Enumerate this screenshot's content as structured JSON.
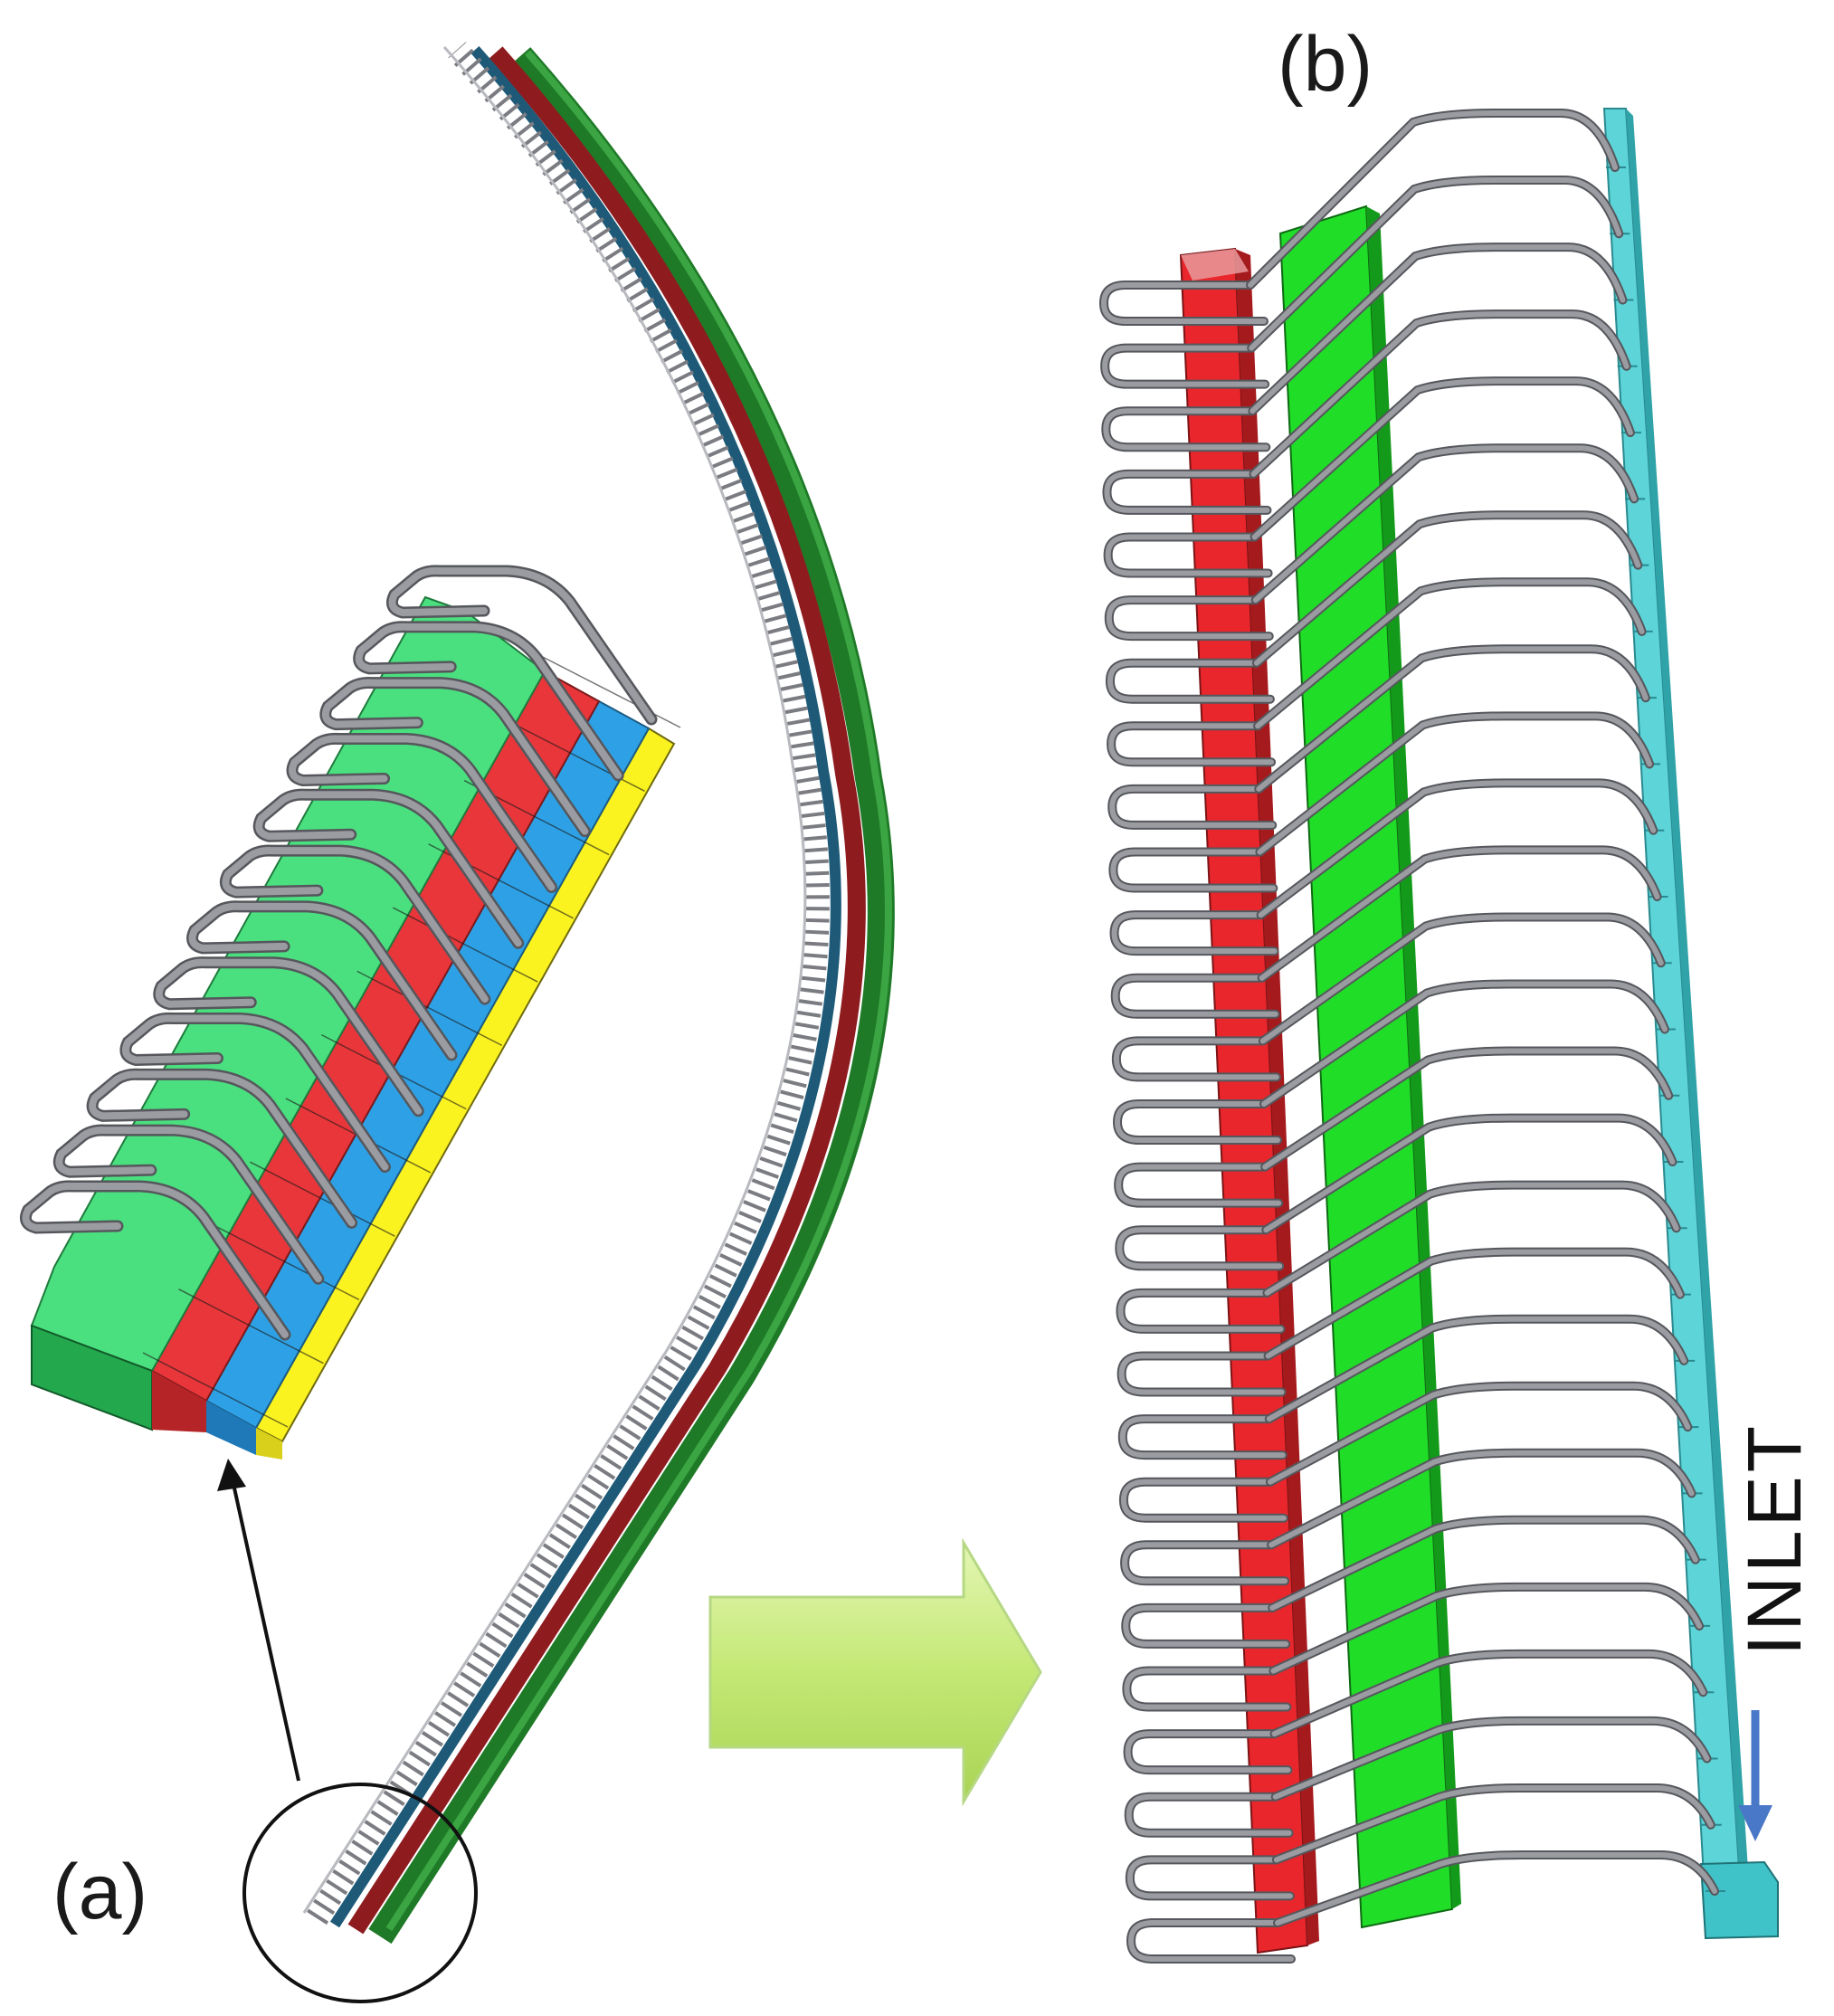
{
  "figure": {
    "panel_a_label": "(a)",
    "panel_b_label": "(b)",
    "inlet_label": "INLET"
  },
  "colors": {
    "tube": "#9a9ca2",
    "tube_dark": "#55575c",
    "red": "#e8363a",
    "red_dark": "#8a1d1f",
    "green_light": "#45e37c",
    "green": "#22dd2a",
    "green_dark": "#176b1f",
    "blue": "#2ea1e6",
    "yellow": "#fbf31f",
    "cyan": "#5cd4d8",
    "cyan_dark": "#2a8a8f",
    "arrow_green": "#c9ea7c",
    "flow_arrow": "#4a78c8"
  },
  "icons": {
    "flow_arrow": "down-arrow-icon",
    "transition_arrow": "right-arrow-icon"
  },
  "structure": {
    "panel_b_tube_count": 27,
    "inset_tube_count": 12
  }
}
